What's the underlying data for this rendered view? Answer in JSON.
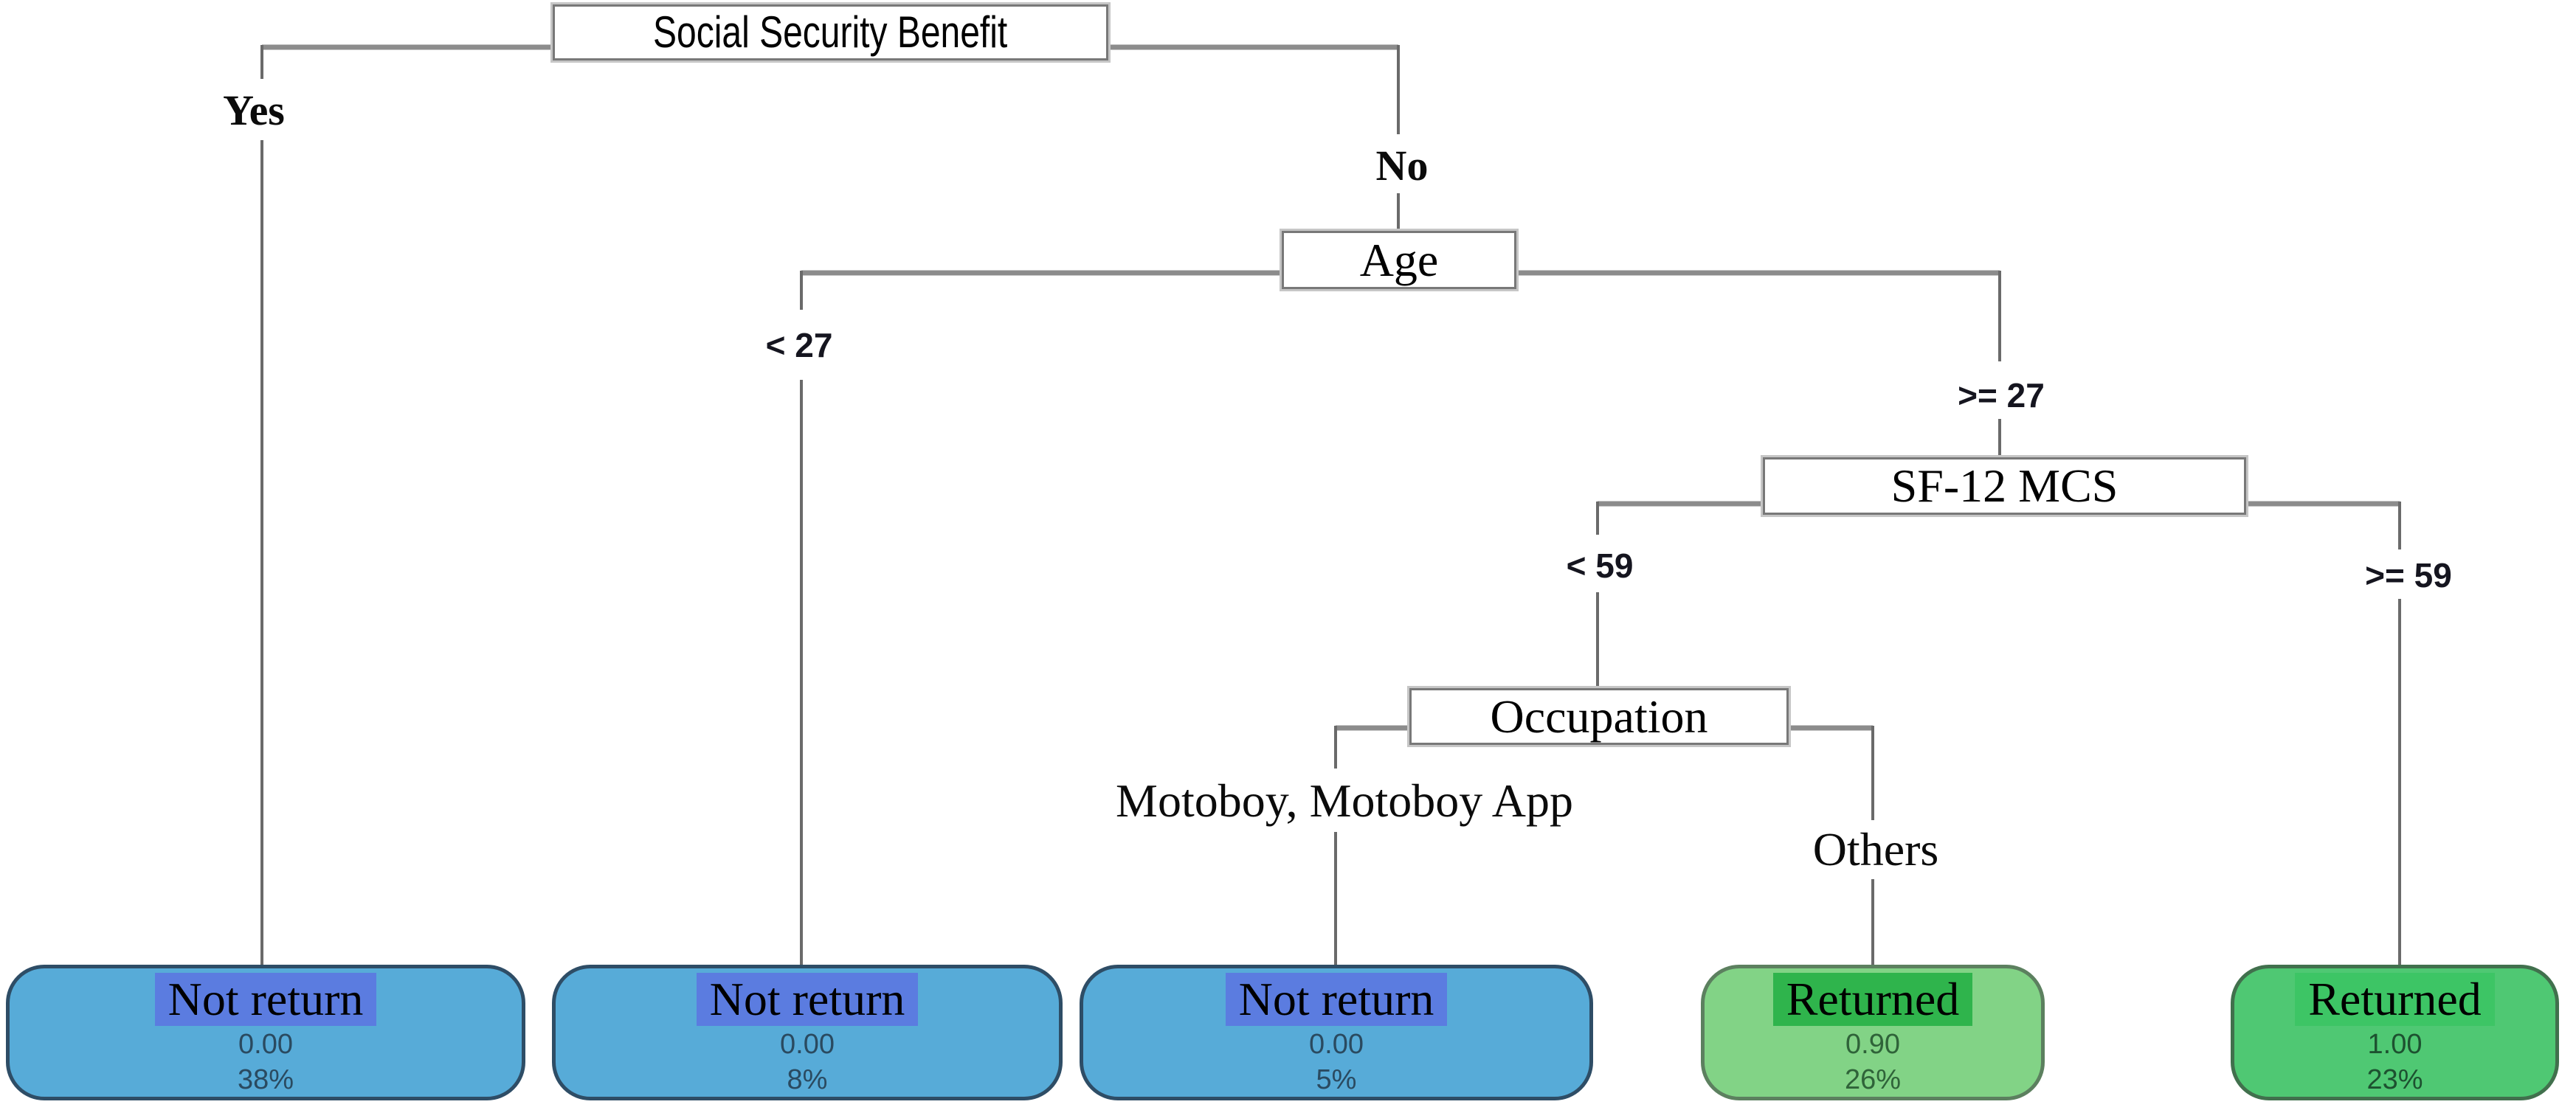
{
  "tree": {
    "root_label": "Social Security Benefit",
    "nodes": {
      "age": "Age",
      "sf12": "SF-12 MCS",
      "occupation": "Occupation"
    },
    "branches": {
      "root_left": "Yes",
      "root_right": "No",
      "age_left": "< 27",
      "age_right": ">= 27",
      "sf12_left": "< 59",
      "sf12_right": ">= 59",
      "occupation_left": "Motoboy, Motoboy App",
      "occupation_right": "Others"
    },
    "leaves": [
      {
        "label": "Not return",
        "value": "0.00",
        "percent": "38%",
        "fill": "#57abd8",
        "border": "#2e4d66",
        "highlight": "#5b7ce0",
        "value_color": "#2a4a60"
      },
      {
        "label": "Not return",
        "value": "0.00",
        "percent": "8%",
        "fill": "#57abd8",
        "border": "#2e4d66",
        "highlight": "#5b7ce0",
        "value_color": "#2a4a60"
      },
      {
        "label": "Not return",
        "value": "0.00",
        "percent": "5%",
        "fill": "#57abd8",
        "border": "#2e4d66",
        "highlight": "#5b7ce0",
        "value_color": "#2a4a60"
      },
      {
        "label": "Returned",
        "value": "0.90",
        "percent": "26%",
        "fill": "#82d386",
        "border": "#5c805f",
        "highlight": "#2fb44c",
        "value_color": "#2f6339"
      },
      {
        "label": "Returned",
        "value": "1.00",
        "percent": "23%",
        "fill": "#4fc873",
        "border": "#41704d",
        "highlight": "#3dc565",
        "value_color": "#1d5130"
      }
    ],
    "line_colors": {
      "shoulder": "#8c8c8c",
      "stem": "#6a6a6a"
    },
    "node_style": {
      "fill": "#ffffff",
      "border": "#787878"
    }
  }
}
